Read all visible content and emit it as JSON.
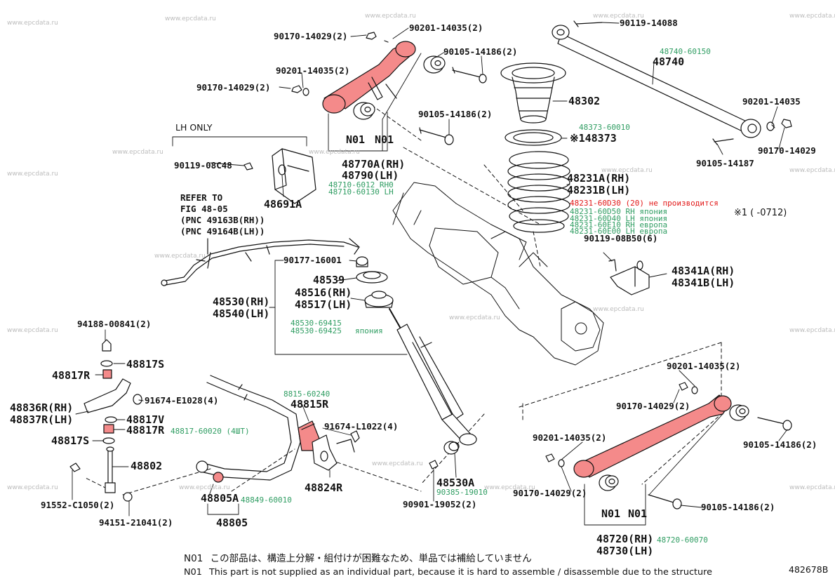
{
  "watermark": "www.epcdata.ru",
  "figure_code": "482678B",
  "labels": {
    "p90170_14029_a": "90170-14029(2)",
    "p90201_14035_a": "90201-14035(2)",
    "p90201_14035_b": "90201-14035(2)",
    "p90170_14029_b": "90170-14029(2)",
    "p90105_14186_a": "90105-14186(2)",
    "p90105_14186_b": "90105-14186(2)",
    "p90119_14088": "90119-14088",
    "p48740": "48740",
    "p48740_60150": "48740-60150",
    "p48302": "48302",
    "p48373_60010": "48373-60010",
    "p48373": "※148373",
    "p90201_14035_c": "90201-14035",
    "p90170_14029_c": "90170-14029",
    "p90105_14187": "90105-14187",
    "lh_only": "LH ONLY",
    "p90119_08c48": "90119-08C48",
    "p48691a": "48691A",
    "n01_a": "N01",
    "n01_b": "N01",
    "p48770a": "48770A(RH)",
    "p48790": "48790(LH)",
    "p48710_6012": "48710-6012 RH0",
    "p48710_60130": "48710-60130 LH",
    "p48231a": "48231A(RH)",
    "p48231b": "48231B(LH)",
    "p48231_60d30": "48231-60D30 (20) не производится",
    "p48231_60d50": "48231-60D50 RH япония",
    "p48231_60d40": "48231-60D40 LH япония",
    "p48231_60e10": "48231-60E10 RH европа",
    "p48231_60e00": "48231-60E00 LH европа",
    "note_ref": "※1  (   -0712)",
    "p90119_08b50": "90119-08B50(6)",
    "refer1": "REFER TO",
    "refer2": "FIG 48-05",
    "refer3": "(PNC 49163B(RH))",
    "refer4": "(PNC 49164B(LH))",
    "p90177_16001": "90177-16001",
    "p48539": "48539",
    "p48516": "48516(RH)",
    "p48517": "48517(LH)",
    "p48530": "48530(RH)",
    "p48540": "48540(LH)",
    "p48530_69415": "48530-69415",
    "p48530_69425": "48530-69425",
    "japan": "япония",
    "p48341a": "48341A(RH)",
    "p48341b": "48341B(LH)",
    "p94188": "94188-00841(2)",
    "p48817s_a": "48817S",
    "p48817r_a": "48817R",
    "p48836r": "48836R(RH)",
    "p48837r": "48837R(LH)",
    "p91674_e1028": "91674-E1028(4)",
    "p48817v": "48817V",
    "p48817r_b": "48817R",
    "p48817_60020": "48817-60020 (4ШТ)",
    "p48817s_b": "48817S",
    "p8815_60240": "8815-60240",
    "p48815r": "48815R",
    "p91674_l1022": "91674-L1022(4)",
    "p48802": "48802",
    "p48824r": "48824R",
    "p48530a": "48530A",
    "p90385_19010": "90385-19010",
    "p90901_19052": "90901-19052(2)",
    "p91552": "91552-C1050(2)",
    "p94151": "94151-21041(2)",
    "p48805a": "48805A",
    "p48849_60010": "48849-60010",
    "p48805": "48805",
    "p90201_14035_d": "90201-14035(2)",
    "p90170_14029_d": "90170-14029(2)",
    "p90105_14186_c": "90105-14186(2)",
    "p90201_14035_e": "90201-14035(2)",
    "p90170_14029_e": "90170-14029(2)",
    "p90105_14186_d": "90105-14186(2)",
    "n01_c": "N01",
    "n01_d": "N01",
    "p48720": "48720(RH)",
    "p48720_60070": "48720-60070",
    "p48730": "48730(LH)"
  },
  "notes": {
    "jp_code": "N01",
    "jp_text": "この部品は、構造上分解・組付けが困難なため、単品では補給していません",
    "en_code": "N01",
    "en_text": "This part is not supplied as an individual part, because it is hard to assemble / disassemble due to the structure"
  }
}
